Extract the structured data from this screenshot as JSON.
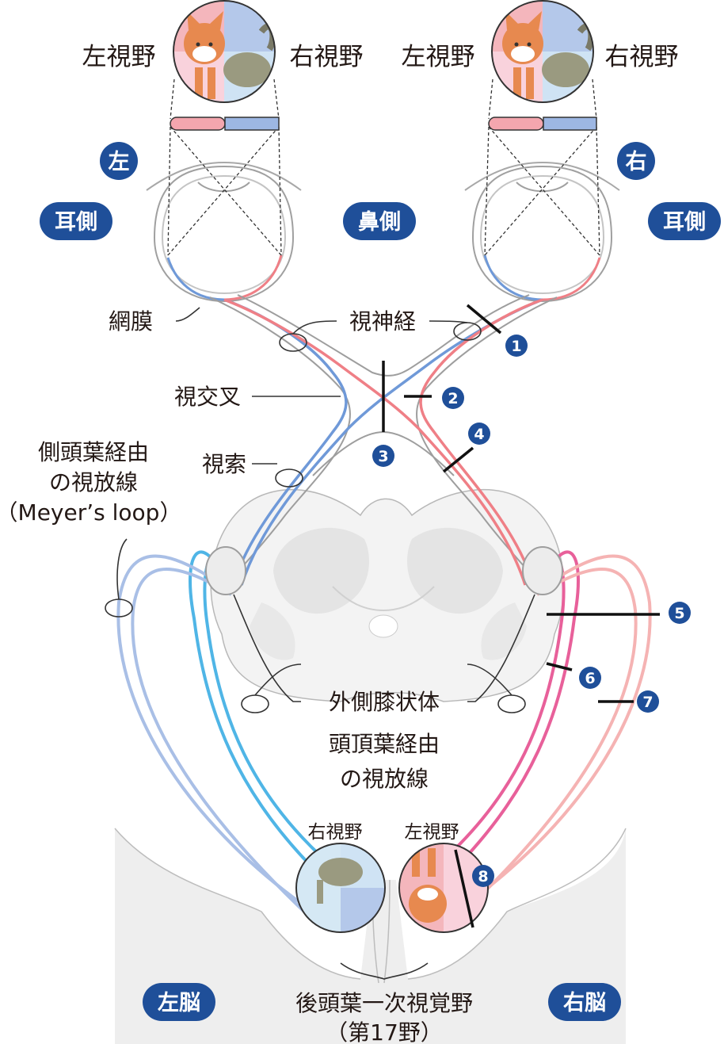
{
  "colors": {
    "badge": "#1f4f99",
    "left_field": "#f4a6ae",
    "right_field": "#9db7e3",
    "blue_path": "#6f99d8",
    "red_path": "#ef7f86",
    "cyan_path": "#4fb5e6",
    "magenta_path": "#e8609a",
    "pale_blue": "#a9bfe6",
    "pale_red": "#f5b3b3",
    "brain_gray": "#e6e6e6",
    "outline": "#8d8d8d"
  },
  "icons": [
    "dog-icon",
    "eye-icon",
    "lesion-marker"
  ],
  "sides": {
    "left": "左",
    "right": "右"
  },
  "badges": {
    "temporal_left": "耳側",
    "nasal": "鼻側",
    "temporal_right": "耳側",
    "left_brain": "左脳",
    "right_brain": "右脳"
  },
  "fields": {
    "left_eye_left": "左視野",
    "left_eye_right": "右視野",
    "right_eye_left": "左視野",
    "right_eye_right": "右視野",
    "cortex_right": "右視野",
    "cortex_left": "左視野"
  },
  "labels": {
    "retina": "網膜",
    "optic_nerve": "視神経",
    "chiasm": "視交叉",
    "tract": "視索",
    "meyer_line1": "側頭葉経由",
    "meyer_line2": "の視放線",
    "meyer_line3": "（Meyer’s loop）",
    "lgn": "外側膝状体",
    "parietal_line1": "頭頂葉経由",
    "parietal_line2": "の視放線",
    "cortex_line1": "後頭葉一次視覚野",
    "cortex_line2": "（第17野）"
  },
  "lesions": [
    "1",
    "2",
    "3",
    "4",
    "5",
    "6",
    "7",
    "8"
  ]
}
